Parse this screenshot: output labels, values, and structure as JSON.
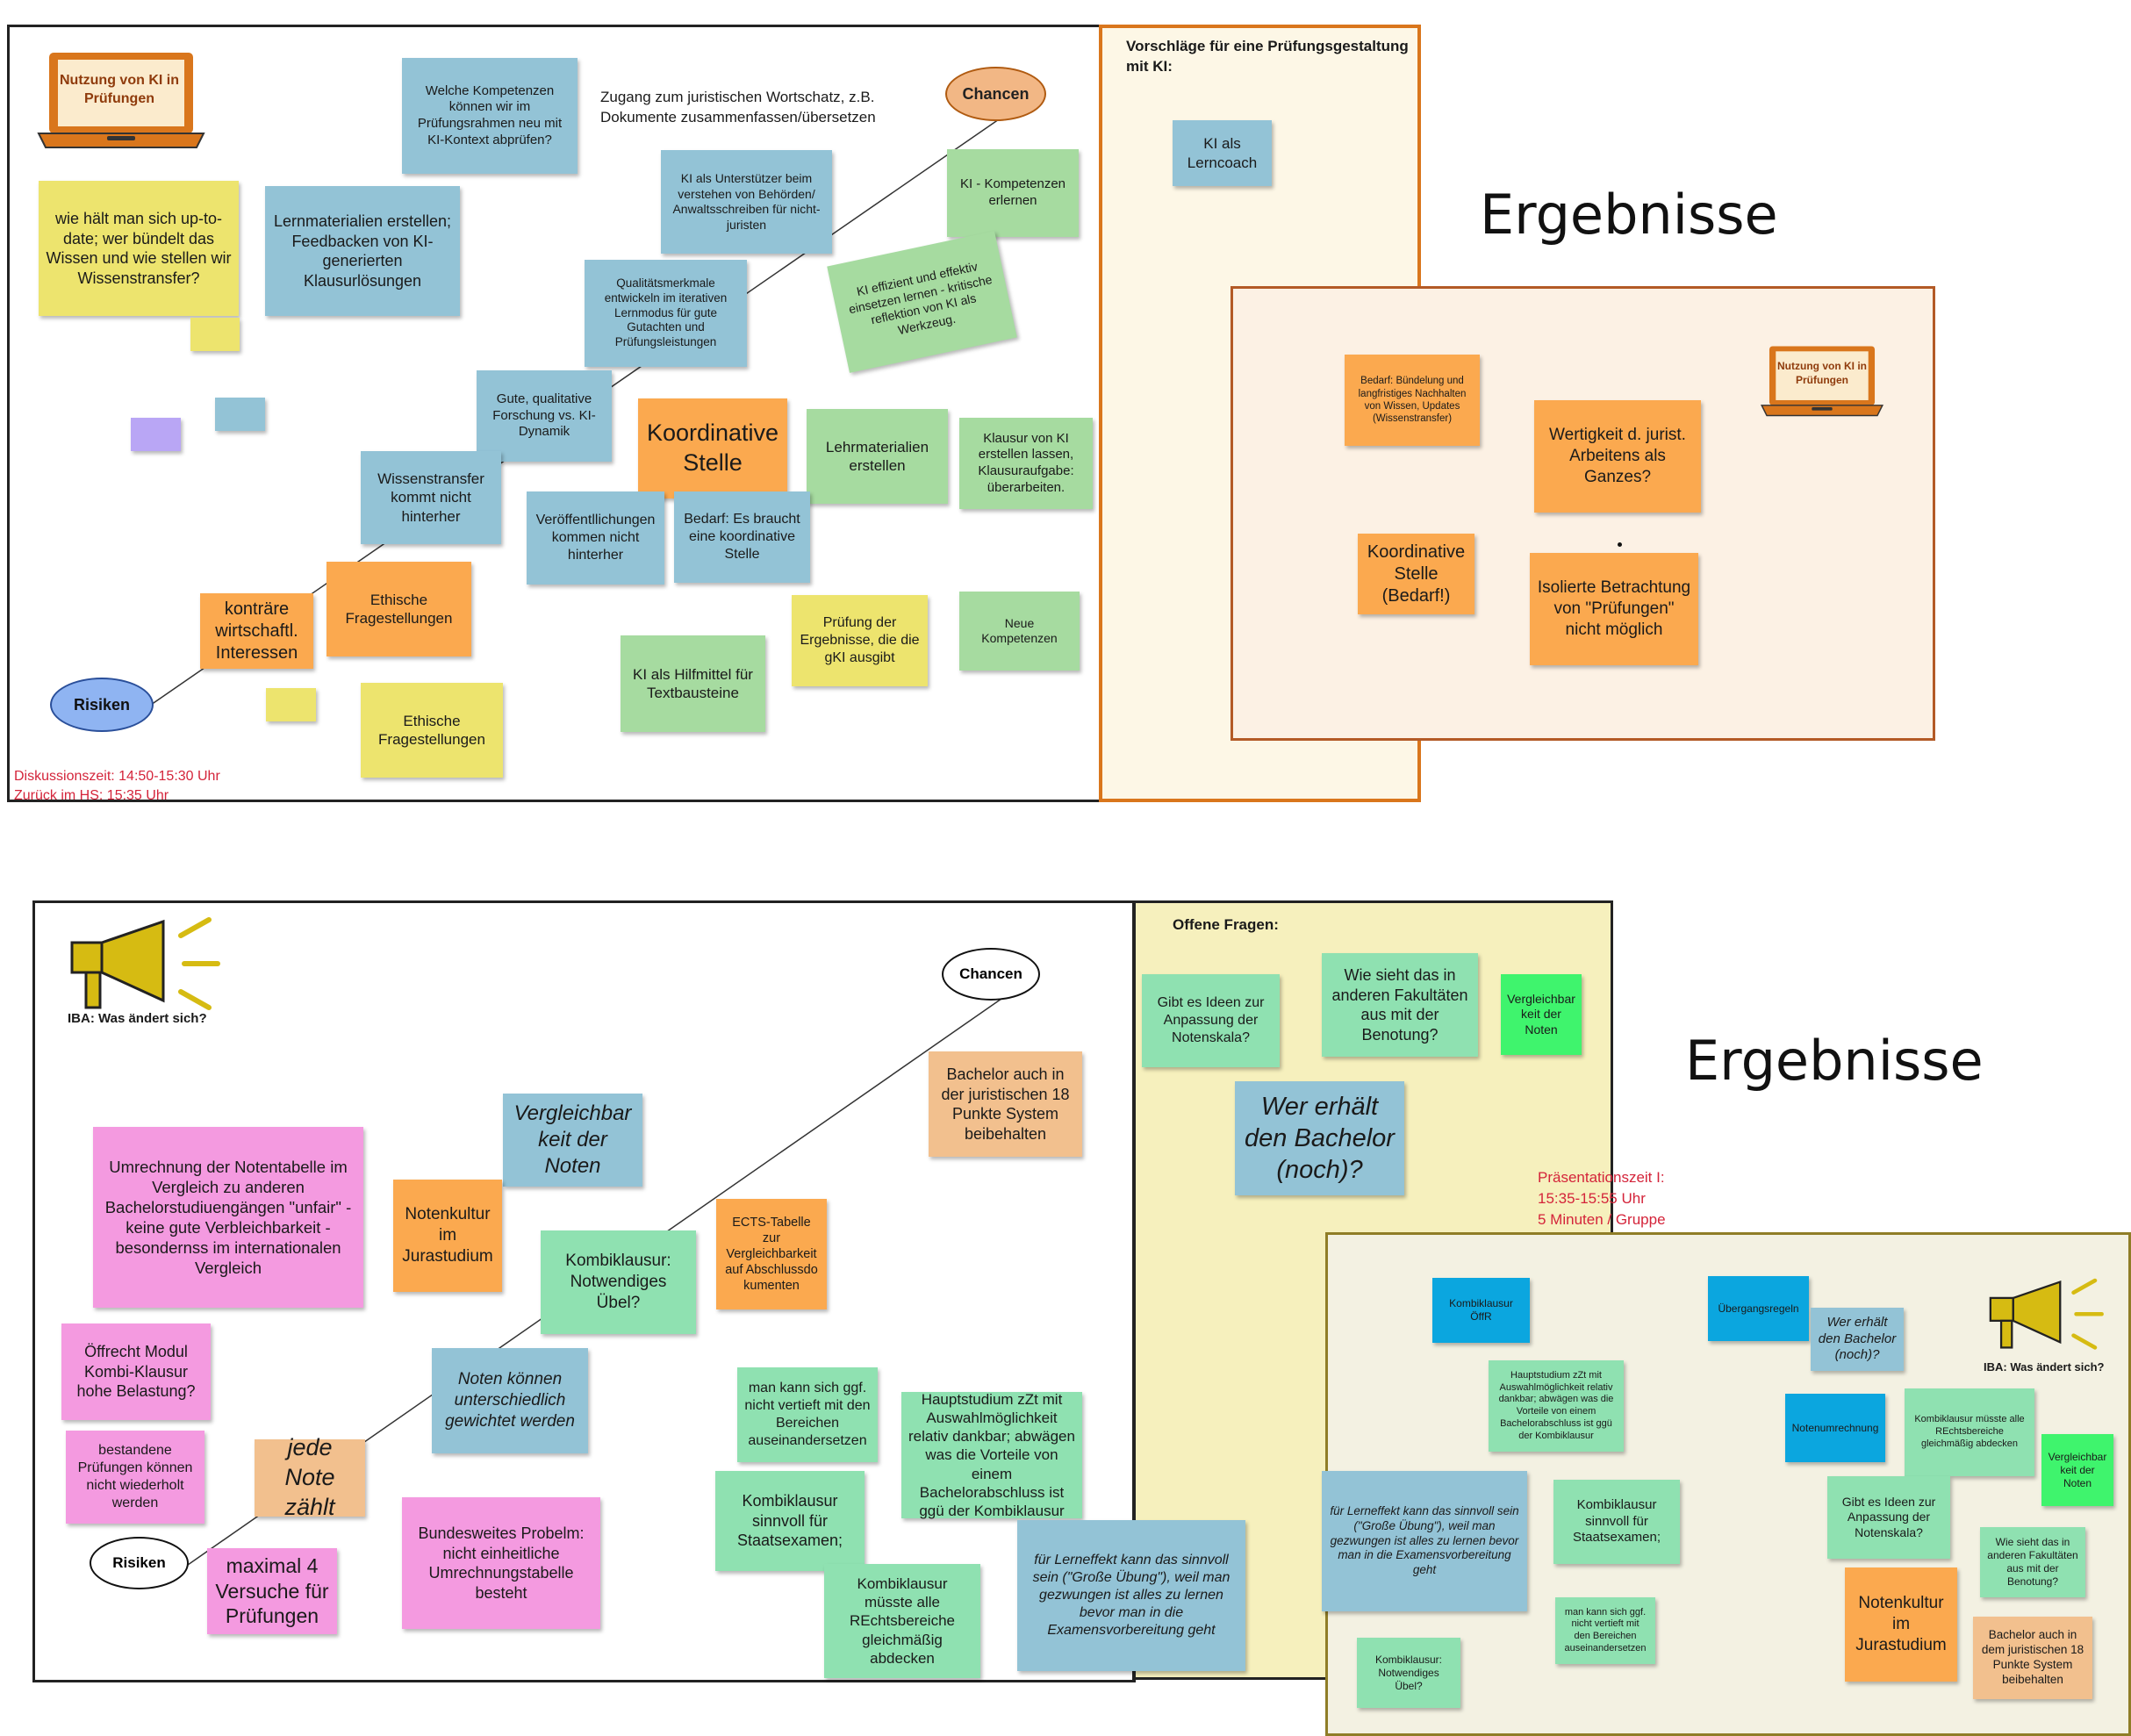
{
  "board1": {
    "logo_text": "Nutzung von KI in Prüfungen",
    "chancen": "Chancen",
    "risiken": "Risiken",
    "wortschatz": "Zugang zum juristischen Wortschatz, z.B. Dokumente zusammenfassen/übersetzen",
    "time_note_1": "Diskussionszeit: 14:50-15:30 Uhr",
    "time_note_2": "Zurück im HS: 15:35 Uhr",
    "notes": {
      "kompetenzen_abpruefen": "Welche Kompetenzen können wir im Prüfungsrahmen neu mit KI-Kontext abprüfen?",
      "up_to_date": "wie hält man sich up-to-date; wer bündelt das Wissen und wie stellen wir Wissenstransfer?",
      "lernmaterialien_feedback": "Lernmaterialien erstellen; Feedbacken von KI-generierten Klausurlösungen",
      "unterstuetzer": "KI als Unterstützer beim verstehen von Behörden/ Anwaltsschreiben für nicht-juristen",
      "ki_kompetenzen": "KI - Kompetenzen erlernen",
      "qualitaetsmerkmale": "Qualitätsmerkmale entwickeln im iterativen Lernmodus für gute Gutachten und Prüfungsleistungen",
      "ki_effizient": "KI effizient und effektiv einsetzen lernen - kritische reflektion von KI als Werkzeug.",
      "gute_forschung": "Gute, qualitative Forschung vs. KI-Dynamik",
      "koordinative_stelle": "Koordinative Stelle",
      "lehrmaterialien": "Lehrmaterialien erstellen",
      "klausur_von_ki": "Klausur von KI erstellen lassen, Klausuraufgabe: überarbeiten.",
      "wissenstransfer": "Wissenstransfer kommt nicht hinterher",
      "veroeffentlichungen": "Veröffentllichungen kommen nicht hinterher",
      "bedarf_koordinative": "Bedarf: Es braucht eine koordinative Stelle",
      "ethische_1": "Ethische Fragestellungen",
      "kontraere": "konträre wirtschaftl. Interessen",
      "pruefung_ergebnisse": "Prüfung der Ergebnisse, die die gKI ausgibt",
      "neue_kompetenzen": "Neue Kompetenzen",
      "ki_hilfmittel": "KI als Hilfmittel für Textbausteine",
      "ethische_2": "Ethische Fragestellungen"
    }
  },
  "vorschlaege": {
    "title": "Vorschläge für eine Prüfungsgestaltung mit KI:",
    "lerncoach": "KI als Lerncoach"
  },
  "ergebnisse_1": {
    "title": "Ergebnisse",
    "logo_text": "Nutzung von KI in Prüfungen",
    "bedarf": "Bedarf: Bündelung und langfristiges Nachhalten von Wissen, Updates (Wissenstransfer)",
    "wertigkeit": "Wertigkeit d. jurist. Arbeitens als Ganzes?",
    "koordinative": "Koordinative Stelle (Bedarf!)",
    "isolierte": "Isolierte Betrachtung von \"Prüfungen\" nicht möglich"
  },
  "board2": {
    "iba_label": "IBA: Was ändert sich?",
    "chancen": "Chancen",
    "risiken": "Risiken",
    "offene_fragen": "Offene Fragen:",
    "praesentation_1": "Präsentationszeit I:",
    "praesentation_2": "15:35-15:55 Uhr",
    "praesentation_3": "5 Minuten / Gruppe",
    "notes": {
      "vergleichbarkeit": "Vergleichbar keit der Noten",
      "bachelor_18": "Bachelor auch in der juristischen 18 Punkte System beibehalten",
      "umrechnung": "Umrechnung der Notentabelle im Vergleich zu anderen Bachelorstudiuengängen \"unfair\" - keine gute Verbleichbarkeit - besondernss im internationalen Vergleich",
      "notenkultur": "Notenkultur im Jurastudium",
      "kombiklausur_uebel": "Kombiklausur: Notwendiges Übel?",
      "ects": "ECTS-Tabelle zur Vergleichbarkeit auf Abschlussdo kumenten",
      "oeffrecht": "Öffrecht Modul Kombi-Klausur hohe Belastung?",
      "noten_gewichtet": "Noten können unterschiedlich gewichtet werden",
      "bestandene": "bestandene Prüfungen können nicht wiederholt werden",
      "jede_note": "jede Note zählt",
      "maximal": "maximal 4 Versuche für Prüfungen",
      "bundesweit": "Bundesweites Probelm: nicht einheitliche Umrechnungstabelle besteht",
      "nicht_vertieft": "man kann sich ggf. nicht vertieft mit den Bereichen auseinandersetzen",
      "hauptstudium": "Hauptstudium zZt mit Auswahlmöglichkeit relativ dankbar; abwägen was die Vorteile von einem Bachelorabschluss ist ggü der Kombiklausur",
      "kombi_staatsexamen": "Kombiklausur sinnvoll für Staatsexamen;",
      "kombi_alle_bereiche": "Kombiklausur müsste alle REchtsbereiche gleichmäßig abdecken",
      "lerneffekt": "für Lerneffekt kann das sinnvoll sein (\"Große Übung\"), weil man gezwungen ist alles zu lernen bevor man in die Examensvorbereitung geht",
      "ideen_notenskala": "Gibt es Ideen zur Anpassung der Notenskala?",
      "andere_fakultaeten": "Wie sieht das in anderen Fakultäten aus mit der Benotung?",
      "vergleichbar_noten_lime": "Vergleichbar keit der Noten",
      "wer_erhaelt": "Wer erhält den Bachelor (noch)?"
    }
  },
  "ergebnisse_2": {
    "title": "Ergebnisse",
    "iba_label": "IBA: Was ändert sich?",
    "kombi_oeffr": "Kombiklausur ÖffR",
    "uebergangsregeln": "Übergangsregeln",
    "wer_erhaelt": "Wer erhält den Bachelor (noch)?",
    "hauptstudium": "Hauptstudium zZt mit Auswahlmöglichkeit relativ dankbar; abwägen was die Vorteile von einem Bachelorabschluss ist ggü der Kombiklausur",
    "notenumrechnung": "Notenumrechnung",
    "kombi_alle": "Kombiklausur müsste alle REchtsbereiche gleichmäßig abdecken",
    "vergleichbarkeit": "Vergleichbar keit der Noten",
    "lerneffekt": "für Lerneffekt kann das sinnvoll sein (\"Große Übung\"), weil man gezwungen ist alles zu lernen bevor man in die Examensvorbereitung geht",
    "kombi_staatsexamen": "Kombiklausur sinnvoll für Staatsexamen;",
    "ideen_notenskala": "Gibt es Ideen zur Anpassung der Notenskala?",
    "andere_fakultaeten": "Wie sieht das in anderen Fakultäten aus mit der Benotung?",
    "notenkultur": "Notenkultur im Jurastudium",
    "nicht_vertieft": "man kann sich ggf. nicht vertieft mit den Bereichen auseinandersetzen",
    "bachelor_18": "Bachelor auch in dem juristischen 18 Punkte System beibehalten",
    "kombi_uebel": "Kombiklausur: Notwendiges Übel?"
  },
  "icons": [
    "laptop-icon",
    "megaphone-icon"
  ],
  "colors": {
    "frame_orange": "#d9761c",
    "results_bg": "#fcf1e4",
    "vorschlaege_bg": "#fdf7e6",
    "offene_bg": "#f6f0bd",
    "results2_bg": "#f3f1e2",
    "results2_border": "#8f7d27",
    "deadline_red": "#d4243a"
  }
}
